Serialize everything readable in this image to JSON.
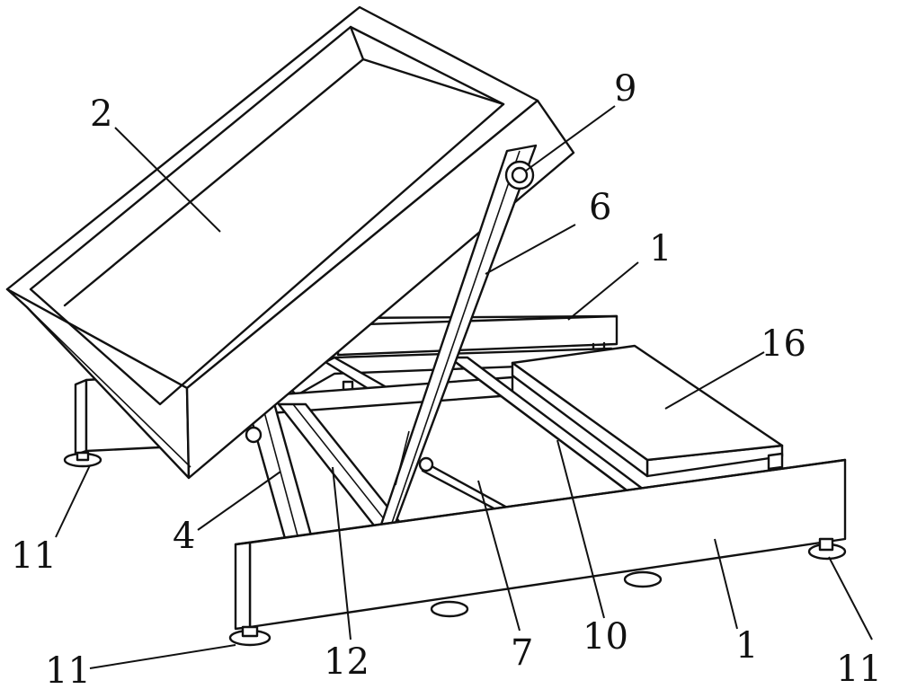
{
  "labels": {
    "frame_rear": "1",
    "frame_front": "1",
    "top_box": "2",
    "rear_strut": "4",
    "main_strut": "6",
    "link_rod": "7",
    "pivot": "9",
    "rail": "10",
    "foot_rear_left": "11",
    "foot_front_left": "11",
    "foot_front_right": "11",
    "cross_bar": "12",
    "plate": "16"
  },
  "colors": {
    "line": "#111111",
    "background": "#ffffff"
  }
}
